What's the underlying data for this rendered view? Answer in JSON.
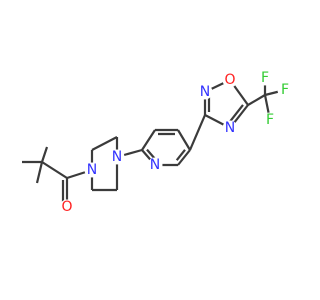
{
  "colors": {
    "bond": "#3b3b3b",
    "N": "#3333ff",
    "O": "#ff2020",
    "F": "#33cc33",
    "background": "#ffffff"
  },
  "atoms": {
    "N_pip_left": "N",
    "N_pip_right": "N",
    "O_carbonyl": "O",
    "N_pyridine": "N",
    "N_oxadiazole_upper": "N",
    "O_oxadiazole": "O",
    "N_oxadiazole_lower": "N",
    "F_top": "F",
    "F_right": "F",
    "F_bottom": "F"
  }
}
